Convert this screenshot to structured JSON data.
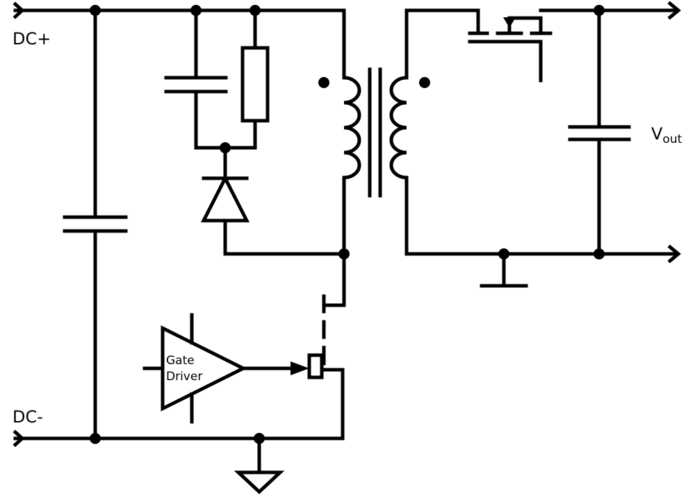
{
  "labels": {
    "dc_plus": "DC+",
    "dc_minus": "DC-",
    "vout_main": "V",
    "vout_sub": "out",
    "gate_line1": "Gate",
    "gate_line2": "Driver"
  },
  "colors": {
    "ink": "#000000",
    "background": "#ffffff"
  }
}
